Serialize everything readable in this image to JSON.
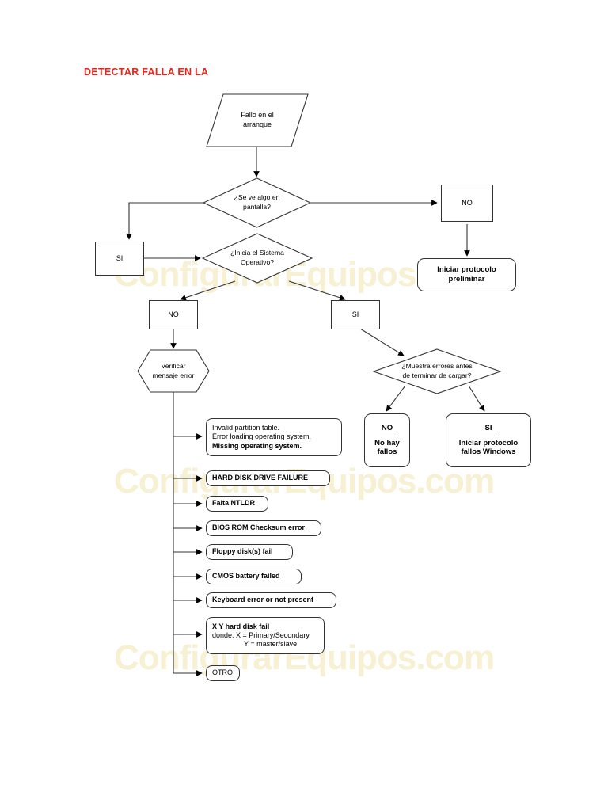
{
  "page": {
    "title": "DETECTAR FALLA EN LA",
    "title_color": "#e8241c",
    "background": "#ffffff",
    "stroke_color": "#333333",
    "watermark": {
      "text": "ConfigurarEquipos.com",
      "color": "#f7f0d2",
      "occurrences": 3
    }
  },
  "flowchart": {
    "start": {
      "shape": "parallelogram",
      "line1": "Fallo en el",
      "line2": "arranque"
    },
    "decision1": {
      "shape": "diamond",
      "line1": "¿Se ve algo en",
      "line2": "pantalla?"
    },
    "decision1_no": {
      "shape": "rectangle",
      "label": "NO"
    },
    "decision1_si": {
      "shape": "rectangle",
      "label": "SI"
    },
    "preliminary": {
      "shape": "rounded",
      "line1": "Iniciar protocolo",
      "line2": "preliminar"
    },
    "decision2": {
      "shape": "diamond",
      "line1": "¿Inicia el Sistema",
      "line2": "Operativo?"
    },
    "decision2_no": {
      "shape": "rectangle",
      "label": "NO"
    },
    "decision2_si": {
      "shape": "rectangle",
      "label": "SI"
    },
    "verify": {
      "shape": "hexagon",
      "line1": "Verificar",
      "line2": "mensaje error"
    },
    "decision3": {
      "shape": "diamond",
      "line1": "¿Muestra errores antes",
      "line2": "de terminar de cargar?"
    },
    "decision3_no": {
      "shape": "rounded",
      "head": "NO",
      "line1": "No hay",
      "line2": "fallos"
    },
    "decision3_si": {
      "shape": "rounded",
      "head": "SI",
      "line1": "Iniciar protocolo",
      "line2": "fallos Windows"
    }
  },
  "error_messages": [
    {
      "id": "msg-invalid-partition",
      "lines": [
        "Invalid partition table.",
        "Error loading operating system.",
        "Missing operating system."
      ],
      "bold_lines": [
        2
      ]
    },
    {
      "id": "msg-hard-disk-drive-failure",
      "lines": [
        "HARD DISK DRIVE FAILURE"
      ],
      "bold_lines": [
        0
      ]
    },
    {
      "id": "msg-falta-ntldr",
      "lines": [
        "Falta NTLDR"
      ],
      "bold_lines": [
        0
      ]
    },
    {
      "id": "msg-bios-rom-checksum",
      "lines": [
        "BIOS ROM Checksum error"
      ],
      "bold_lines": [
        0
      ]
    },
    {
      "id": "msg-floppy-disk-fail",
      "lines": [
        "Floppy disk(s) fail"
      ],
      "bold_lines": [
        0
      ]
    },
    {
      "id": "msg-cmos-battery-failed",
      "lines": [
        "CMOS battery failed"
      ],
      "bold_lines": [
        0
      ]
    },
    {
      "id": "msg-keyboard-error",
      "lines": [
        "Keyboard error or not present"
      ],
      "bold_lines": [
        0
      ]
    },
    {
      "id": "msg-xy-hard-disk-fail",
      "lines": [
        "X Y hard disk fail",
        "donde: X = Primary/Secondary",
        "Y = master/slave"
      ],
      "bold_lines": [
        0
      ]
    },
    {
      "id": "msg-otro",
      "lines": [
        "OTRO"
      ],
      "bold_lines": []
    }
  ],
  "labels": {
    "msg1_l1": "Invalid partition table.",
    "msg1_l2": "Error loading operating system.",
    "msg1_l3": "Missing operating system.",
    "msg2": "HARD DISK DRIVE FAILURE",
    "msg3": "Falta NTLDR",
    "msg4": "BIOS ROM Checksum error",
    "msg5": "Floppy disk(s) fail",
    "msg6": "CMOS battery failed",
    "msg7": "Keyboard error or not present",
    "msg8_l1": "X Y hard disk fail",
    "msg8_l2": "donde: X = Primary/Secondary",
    "msg8_l3": "Y = master/slave",
    "msg9": "OTRO"
  }
}
